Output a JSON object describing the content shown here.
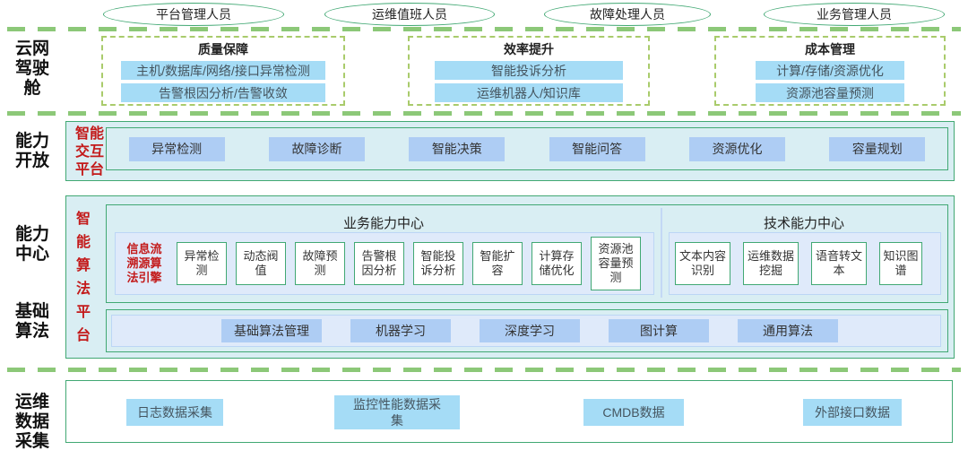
{
  "roles": {
    "items": [
      "平台管理人员",
      "运维值班人员",
      "故障处理人员",
      "业务管理人员"
    ]
  },
  "cockpit": {
    "sidebar_label": "云网驾驶舱",
    "groups": [
      {
        "title": "质量保障",
        "items": [
          "主机/数据库/网络/接口异常检测",
          "告警根因分析/告警收敛"
        ]
      },
      {
        "title": "效率提升",
        "items": [
          "智能投诉分析",
          "运维机器人/知识库"
        ]
      },
      {
        "title": "成本管理",
        "items": [
          "计算/存储/资源优化",
          "资源池容量预测"
        ]
      }
    ]
  },
  "capability_open": {
    "sidebar_label": "能力开放",
    "platform_label": "智能交互平台",
    "items": [
      "异常检测",
      "故障诊断",
      "智能决策",
      "智能问答",
      "资源优化",
      "容量规划"
    ]
  },
  "capability_center": {
    "sidebar_label": "能力中心",
    "platform_label": "智能算法平台",
    "business": {
      "title": "业务能力中心",
      "engine_label": "信息流溯源算法引擎",
      "items": [
        "异常检测",
        "动态阀值",
        "故障预测",
        "告警根因分析",
        "智能投诉分析",
        "智能扩容",
        "计算存储优化",
        "资源池容量预测"
      ]
    },
    "technical": {
      "title": "技术能力中心",
      "items": [
        "文本内容识别",
        "运维数据挖掘",
        "语音转文本",
        "知识图谱"
      ]
    }
  },
  "basic_algorithms": {
    "sidebar_label": "基础算法",
    "items": [
      "基础算法管理",
      "机器学习",
      "深度学习",
      "图计算",
      "通用算法"
    ]
  },
  "data_collection": {
    "sidebar_label": "运维数据采集",
    "items": [
      "日志数据采集",
      "监控性能数据采集",
      "CMDB数据",
      "外部接口数据"
    ]
  },
  "colors": {
    "border_green": "#41a873",
    "dashed_line_green": "#8cc878",
    "dashed_box_border": "#a9cb6b",
    "panel_cyan": "#d9eef3",
    "panel_pale_blue": "#dfeafa",
    "button_sky_blue": "#a5dcf6",
    "button_periwinkle": "#aecdf4",
    "accent_red": "#c31a1a"
  }
}
